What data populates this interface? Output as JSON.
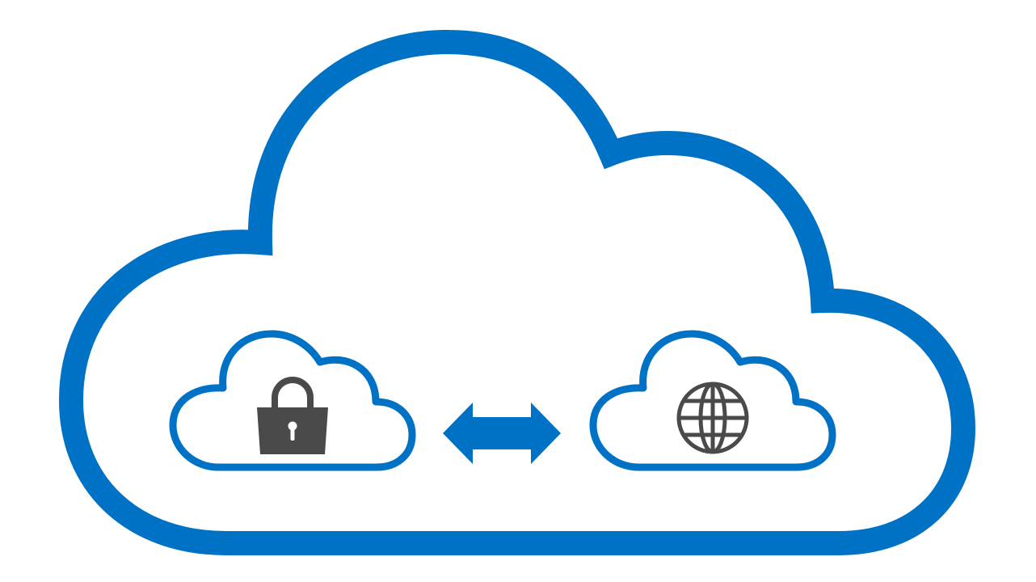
{
  "diagram": {
    "type": "hybrid-cloud-icon",
    "colors": {
      "background": "#ffffff",
      "cloud_stroke": "#0072c6",
      "cloud_fill": "#ffffff",
      "arrow": "#0072c6",
      "glyph": "#4a4a4a"
    },
    "outer_cloud": {
      "icon": "cloud-outline-icon"
    },
    "left_cloud": {
      "icon": "cloud-outline-icon",
      "symbol": "padlock-icon",
      "meaning": "private"
    },
    "right_cloud": {
      "icon": "cloud-outline-icon",
      "symbol": "globe-icon",
      "meaning": "public"
    },
    "connector": {
      "icon": "double-headed-arrow-icon",
      "direction": "bidirectional"
    }
  }
}
